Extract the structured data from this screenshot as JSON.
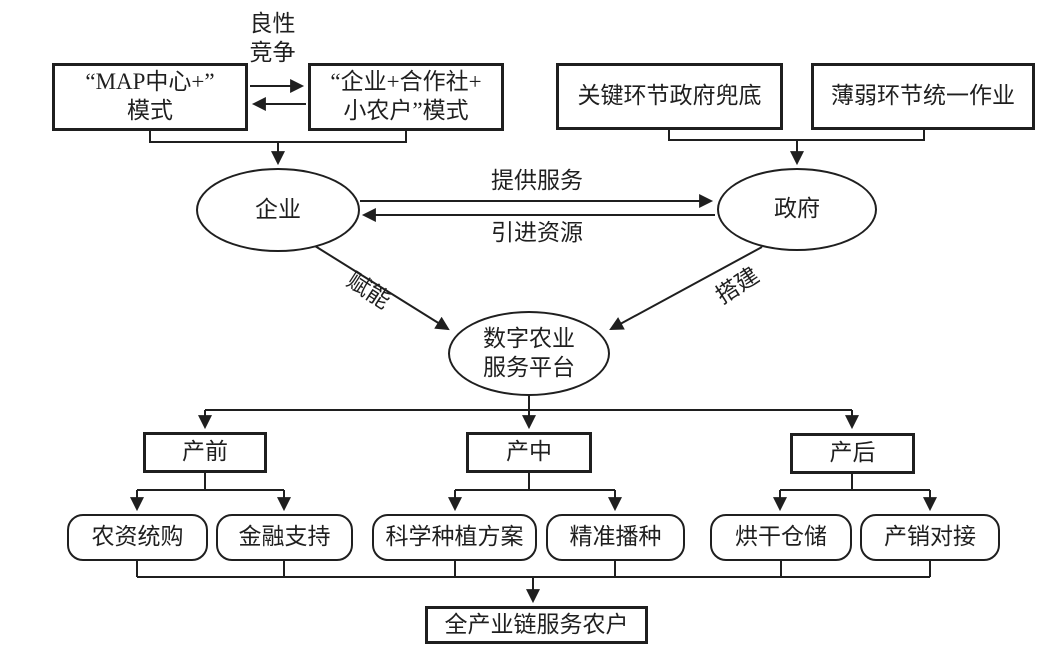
{
  "figure": {
    "background": "#ffffff",
    "line_color": "#1f1f1f",
    "text_color": "#1f1f1f"
  },
  "nodes": {
    "map_mode": "“MAP中心+”\n模式",
    "coop_mode": "“企业+合作社+\n小农户”模式",
    "gov_backstop": "关键环节政府兜底",
    "weak_unified": "薄弱环节统一作业",
    "enterprise": "企业",
    "government": "政府",
    "platform": "数字农业\n服务平台",
    "pre_production": "产前",
    "mid_production": "产中",
    "post_production": "产后",
    "agri_purchase": "农资统购",
    "financial_support": "金融支持",
    "planting_plan": "科学种植方案",
    "precision_seeding": "精准播种",
    "drying_storage": "烘干仓储",
    "marketing_link": "产销对接",
    "full_chain": "全产业链服务农户"
  },
  "edge_labels": {
    "competition": "良性\n竞争",
    "provide_service": "提供服务",
    "introduce_resources": "引进资源",
    "empower": "赋能",
    "build": "搭建"
  }
}
